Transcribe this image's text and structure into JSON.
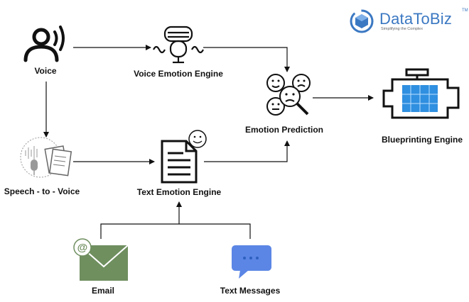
{
  "logo": {
    "name": "DataToBiz",
    "tagline": "Simplifying the Complex",
    "trademark": "TM",
    "brand_color": "#3b78c2"
  },
  "nodes": {
    "voice": {
      "label": "Voice",
      "icon": "speaking-person-icon"
    },
    "voice_engine": {
      "label": "Voice Emotion Engine",
      "icon": "voice-waveform-mic-icon"
    },
    "speech_to_voice": {
      "label": "Speech - to - Voice",
      "icon": "mic-to-document-icon"
    },
    "text_engine": {
      "label": "Text Emotion Engine",
      "icon": "document-smiley-icon"
    },
    "emotion_prediction": {
      "label": "Emotion Prediction",
      "icon": "faces-magnifier-icon"
    },
    "blueprinting": {
      "label": "Blueprinting Engine",
      "icon": "engine-icon"
    },
    "email": {
      "label": "Email",
      "icon": "envelope-at-icon"
    },
    "text_messages": {
      "label": "Text Messages",
      "icon": "chat-bubble-icon"
    }
  },
  "colors": {
    "line": "#111111",
    "email_green": "#6f8f5f",
    "chat_blue": "#5b86e5",
    "engine_blue": "#2f8fe0"
  }
}
